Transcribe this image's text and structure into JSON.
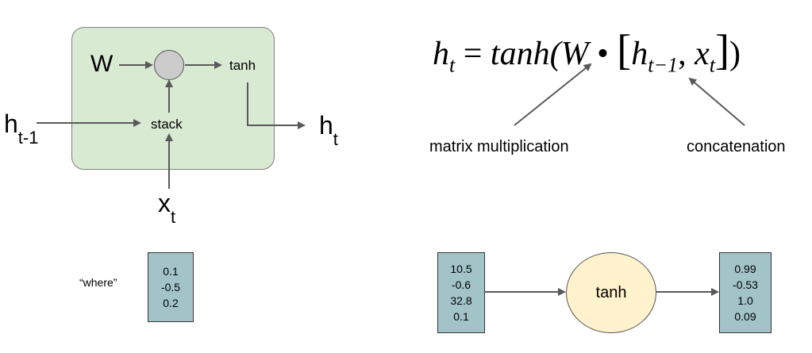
{
  "cell": {
    "w_label": "W",
    "tanh_label": "tanh",
    "stack_label": "stack",
    "h_prev": {
      "base": "h",
      "sub": "t-1"
    },
    "h_out": {
      "base": "h",
      "sub": "t"
    },
    "x_in": {
      "base": "x",
      "sub": "t"
    }
  },
  "equation": {
    "lhs_base": "h",
    "lhs_sub": "t",
    "eq": "=",
    "func": "tanh(",
    "w": "W",
    "dot": "•",
    "lbracket": "[",
    "hprev_base": "h",
    "hprev_sub": "t−1",
    "comma": ",",
    "x_base": "x",
    "x_sub": "t",
    "rbracket": "]",
    "rparen": ")",
    "annot_matmul": "matrix multiplication",
    "annot_concat": "concatenation"
  },
  "word_example": {
    "word": "“where”",
    "vector": [
      "0.1",
      "-0.5",
      "0.2"
    ]
  },
  "tanh_example": {
    "input_vector": [
      "10.5",
      "-0.6",
      "32.8",
      "0.1"
    ],
    "function_label": "tanh",
    "output_vector": [
      "0.99",
      "-0.53",
      "1.0",
      "0.09"
    ]
  },
  "colors": {
    "cell_fill": "#d9ead3",
    "vector_fill": "#a2c4c9",
    "tanh_fill": "#fff2cc",
    "node_fill": "#cccccc",
    "arrow": "#595959"
  }
}
